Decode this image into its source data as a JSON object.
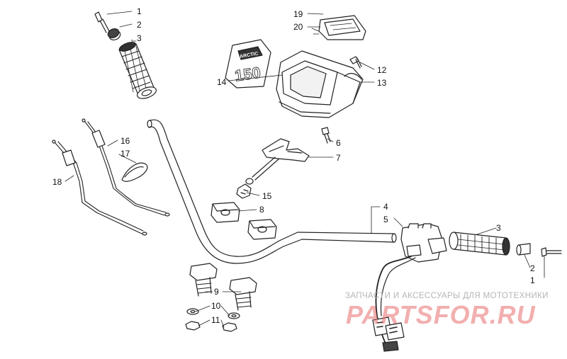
{
  "callouts": {
    "c1a": "1",
    "c2a": "2",
    "c3a": "3",
    "c19": "19",
    "c20": "20",
    "c12": "12",
    "c13": "13",
    "c14": "14",
    "c6": "6",
    "c7": "7",
    "c16": "16",
    "c17": "17",
    "c18": "18",
    "c15": "15",
    "c8": "8",
    "c4": "4",
    "c5": "5",
    "c3b": "3",
    "c2b": "2",
    "c1b": "1",
    "c9": "9",
    "c10": "10",
    "c11": "11"
  },
  "badge": {
    "brand": "ARCTIC",
    "model": "150"
  },
  "watermark": {
    "tagline": "ЗАПЧАСТИ И АКСЕССУАРЫ ДЛЯ МОТОТЕХНИКИ",
    "brand": "PARTSFOR.RU"
  },
  "colors": {
    "line": "#222222",
    "watermark_red": "#e96f6f",
    "watermark_gray": "#b5b5b5"
  }
}
